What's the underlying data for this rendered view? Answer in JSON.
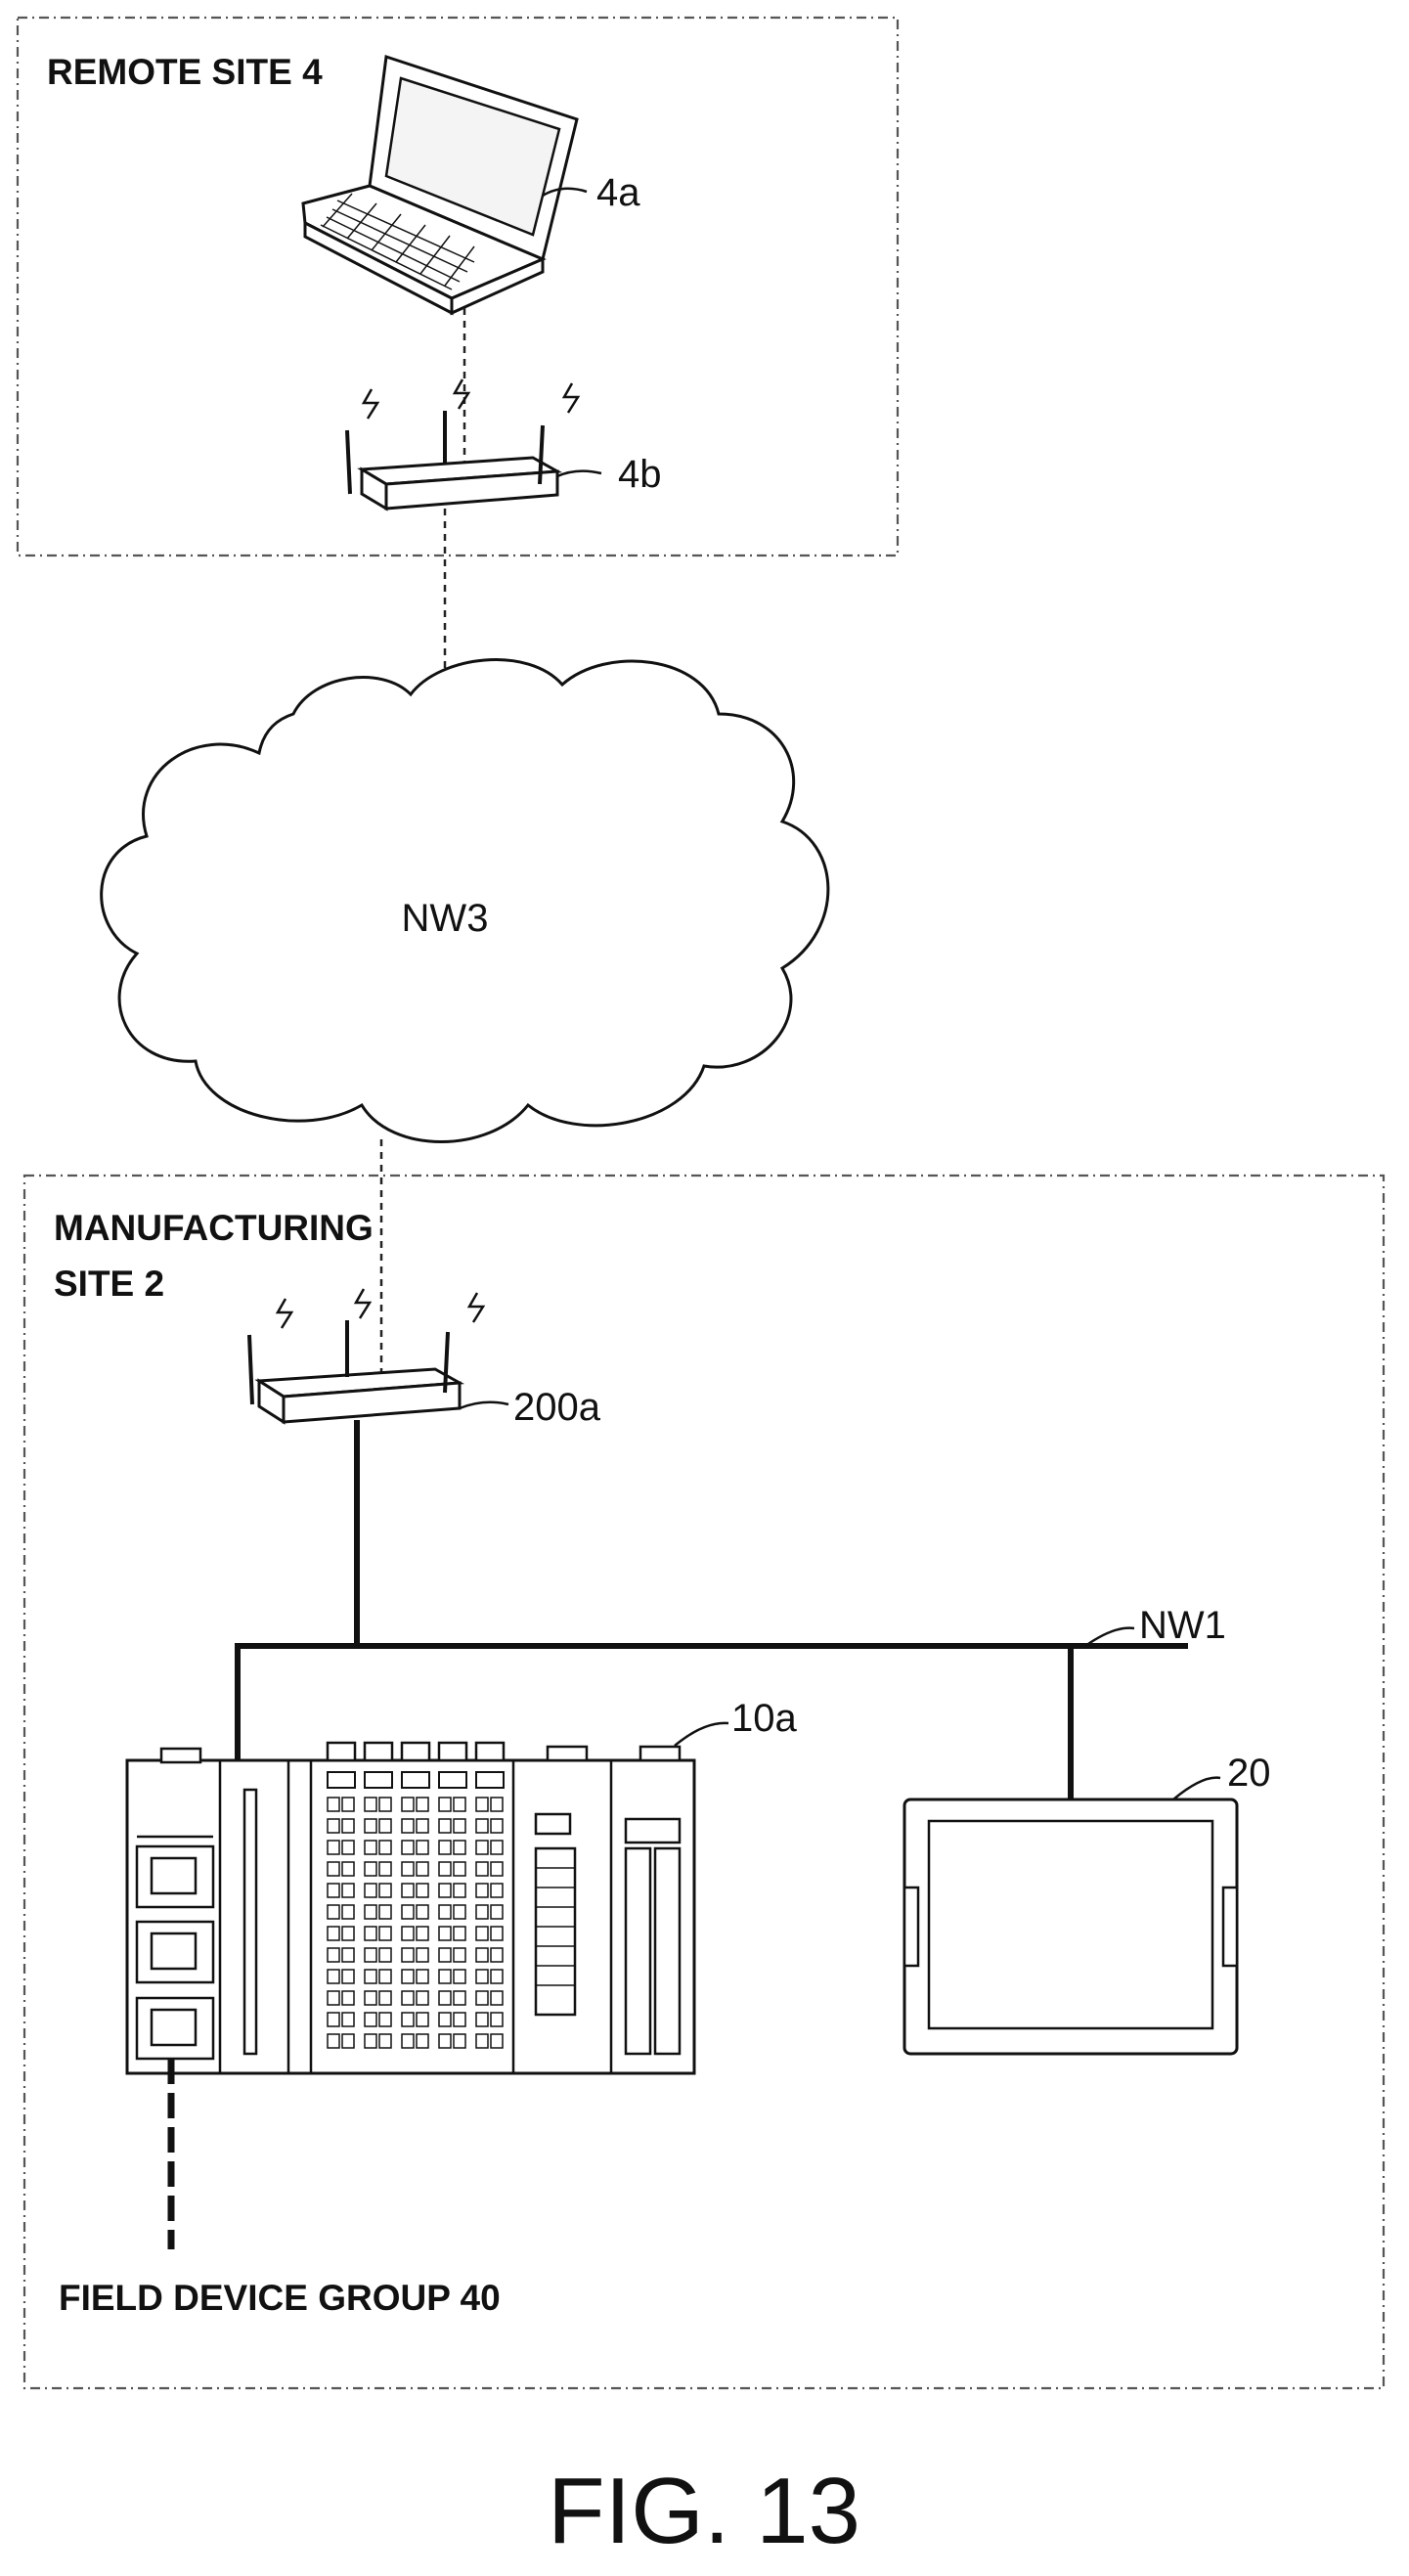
{
  "remote_site": {
    "title": "REMOTE SITE 4",
    "laptop_ref": "4a",
    "router_ref": "4b"
  },
  "network": {
    "wan_label": "NW3",
    "lan_label": "NW1"
  },
  "manufacturing_site": {
    "title_line1": "MANUFACTURING",
    "title_line2": "SITE 2",
    "router_ref": "200a",
    "controller_ref": "10a",
    "display_ref": "20",
    "field_group": "FIELD DEVICE GROUP 40"
  },
  "caption": "FIG. 13",
  "icons": {
    "laptop": "laptop-icon",
    "router": "wireless-router-icon",
    "cloud": "cloud-icon",
    "plc": "plc-controller-icon",
    "display": "display-panel-icon"
  }
}
